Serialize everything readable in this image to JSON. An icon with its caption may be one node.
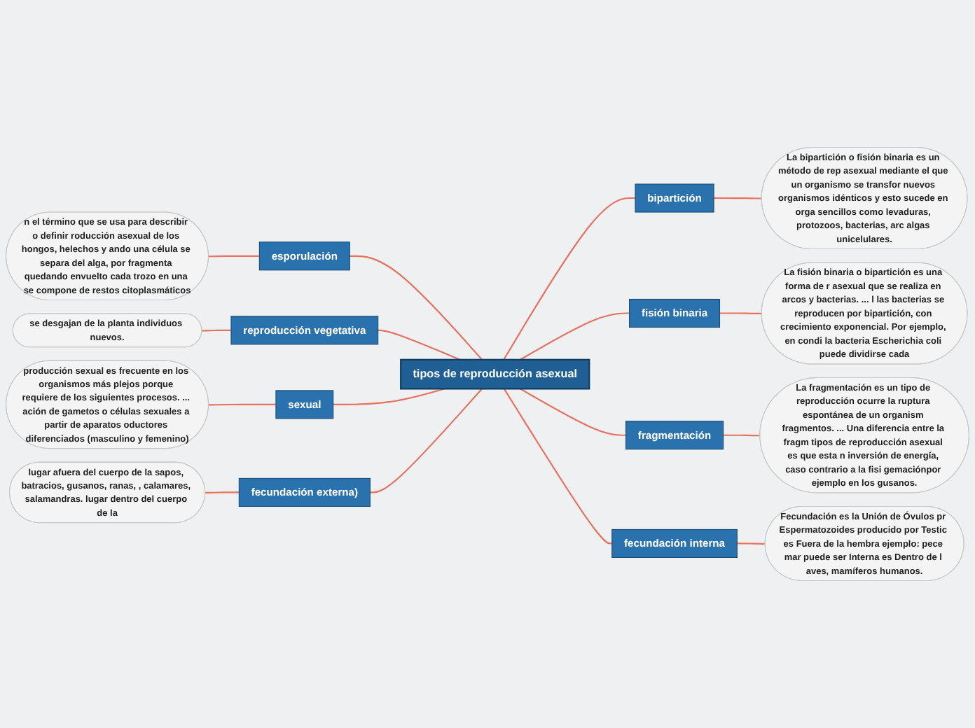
{
  "diagram": {
    "nodes": [
      {
        "text": [
          "tipos de reproducción asexual"
        ]
      },
      {
        "text": [
          "bipartición"
        ]
      },
      {
        "text": [
          "La bipartición o fisión binaria es un método de rep asexual mediante el que un organismo se transfor nuevos organismos idénticos y esto sucede en orga sencillos como levaduras, protozoos, bacterias, arc algas unicelulares."
        ]
      },
      {
        "text": [
          "fisión binaria"
        ]
      },
      {
        "text": [
          "La fisión binaria o bipartición es una forma de r asexual que se realiza en arcos y bacterias. ... l las bacterias se reproducen por bipartición, con crecimiento exponencial. Por ejemplo, en condi la bacteria Escherichia coli puede dividirse cada"
        ]
      },
      {
        "text": [
          "fragmentación"
        ]
      },
      {
        "text": [
          "La fragmentación es un tipo de reproducción ocurre la ruptura espontánea de un organism fragmentos. ... Una diferencia entre la fragm tipos de reproducción asexual es que esta n inversión de energía, caso contrario a la fisi gemaciónpor ejemplo en los gusanos."
        ]
      },
      {
        "text": [
          "fecundación interna"
        ]
      },
      {
        "text": [
          "Fecundación es la Unión de Óvulos pr Espermatozoides producido por Testic es Fuera de la hembra ejemplo: pece mar puede ser Interna es Dentro de l aves, mamíferos humanos."
        ]
      },
      {
        "text": [
          "esporulación"
        ]
      },
      {
        "text": [
          "n el término que se usa para describir o definir roducción asexual de los hongos, helechos y ando una célula se separa del alga, por fragmenta quedando envuelto cada trozo en una se compone de restos citoplasmáticos"
        ]
      },
      {
        "text": [
          "reproducción vegetativa"
        ]
      },
      {
        "text": [
          "se desgajan de la planta individuos nuevos."
        ]
      },
      {
        "text": [
          "sexual"
        ]
      },
      {
        "text": [
          "producción sexual es frecuente en los organismos más plejos porque requiere de los siguientes procesos. ... ación de gametos o células sexuales a partir de aparatos oductores diferenciados (masculino y femenino)"
        ]
      },
      {
        "text": [
          "fecundación externa)"
        ]
      },
      {
        "text": [
          "lugar afuera del cuerpo de la sapos, batracios, gusanos, ranas, , calamares, salamandras. lugar dentro del cuerpo de la"
        ]
      }
    ],
    "edges": [
      {
        "from": 0,
        "to": 1,
        "arrow": "none"
      },
      {
        "from": 1,
        "to": 2,
        "arrow": "none"
      },
      {
        "from": 0,
        "to": 3,
        "arrow": "none"
      },
      {
        "from": 3,
        "to": 4,
        "arrow": "none"
      },
      {
        "from": 0,
        "to": 5,
        "arrow": "none"
      },
      {
        "from": 5,
        "to": 6,
        "arrow": "none"
      },
      {
        "from": 0,
        "to": 7,
        "arrow": "none"
      },
      {
        "from": 7,
        "to": 8,
        "arrow": "none"
      },
      {
        "from": 10,
        "to": 9,
        "arrow": "none"
      },
      {
        "from": 9,
        "to": 0,
        "arrow": "none"
      },
      {
        "from": 12,
        "to": 11,
        "arrow": "none"
      },
      {
        "from": 11,
        "to": 0,
        "arrow": "none"
      },
      {
        "from": 14,
        "to": 13,
        "arrow": "none"
      },
      {
        "from": 13,
        "to": 0,
        "arrow": "none"
      },
      {
        "from": 16,
        "to": 15,
        "arrow": "none"
      },
      {
        "from": 15,
        "to": 0,
        "arrow": "none"
      }
    ]
  }
}
